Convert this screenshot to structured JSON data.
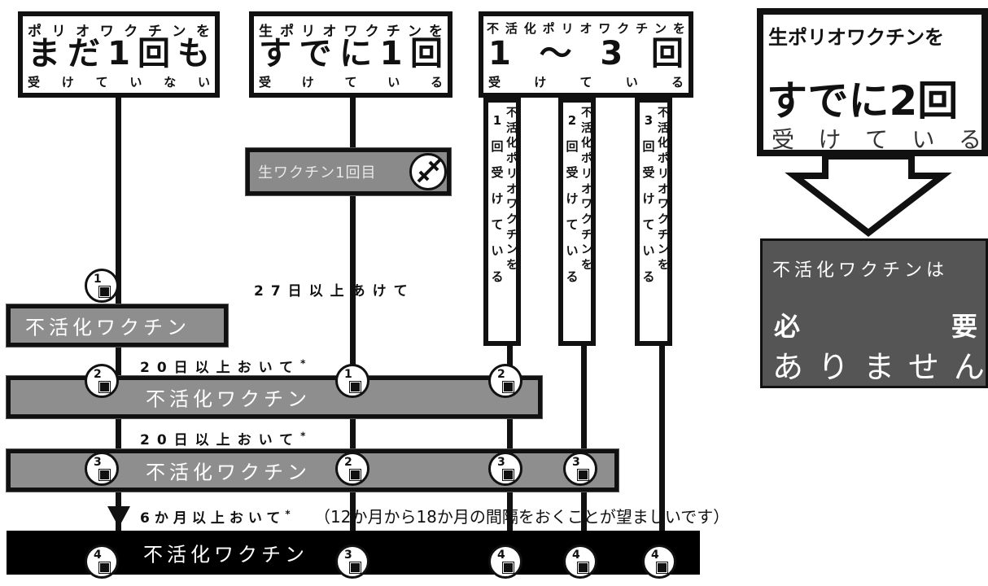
{
  "columns": [
    {
      "line1": [
        "ポ",
        "リ",
        "オ",
        "ワ",
        "ク",
        "チ",
        "ン",
        "を"
      ],
      "line2": [
        "ま",
        "だ",
        "1",
        "回",
        "も"
      ],
      "line3": [
        "受",
        "け",
        "て",
        "い",
        "な",
        "い"
      ]
    },
    {
      "line1": [
        "生",
        "ポ",
        "リ",
        "オ",
        "ワ",
        "ク",
        "チ",
        "ン",
        "を"
      ],
      "line2": [
        "す",
        "で",
        "に",
        "1",
        "回"
      ],
      "line3": [
        "受",
        "け",
        "て",
        "い",
        "る"
      ]
    },
    {
      "line1": [
        "不",
        "活",
        "化",
        "ポ",
        "リ",
        "オ",
        "ワ",
        "ク",
        "チ",
        "ン",
        "を"
      ],
      "line2": [
        "1",
        "〜",
        "3",
        "回"
      ],
      "line3": [
        "受",
        "け",
        "て",
        "い",
        "る"
      ]
    }
  ],
  "subcolumns": [
    {
      "num": "1",
      "a": [
        "1",
        "回",
        "受",
        "け",
        "て",
        "い",
        "る"
      ],
      "b": "不活化ポリオワクチンを"
    },
    {
      "num": "2",
      "a": [
        "2",
        "回",
        "受",
        "け",
        "て",
        "い",
        "る"
      ],
      "b": "不活化ポリオワクチンを"
    },
    {
      "num": "3",
      "a": [
        "3",
        "回",
        "受",
        "け",
        "て",
        "い",
        "る"
      ],
      "b": "不活化ポリオワクチンを"
    }
  ],
  "live_vaccine_label": "生ワクチン1回目",
  "interval_27": "27日以上あけて",
  "interval_20_a": "20日以上おいて",
  "interval_20_b": "20日以上おいて",
  "interval_6m": "6か月以上おいて",
  "star": "*",
  "note_6m": "（12か月から18か月の間隔をおくことが望ましいです）",
  "bar_label": "不活化ワクチン",
  "badges": {
    "b1": "1",
    "b2": "2",
    "b3": "3",
    "b4": "4"
  },
  "right_panel": {
    "top_line1": "生ポリオワクチンを",
    "top_line2": "すでに2回",
    "top_line3": [
      "受",
      "け",
      "て",
      "い",
      "る"
    ],
    "bottom_line1": "不活化ワクチンは",
    "bottom_line2_left": "必",
    "bottom_line2_right": "要",
    "bottom_line3": "ありません"
  }
}
